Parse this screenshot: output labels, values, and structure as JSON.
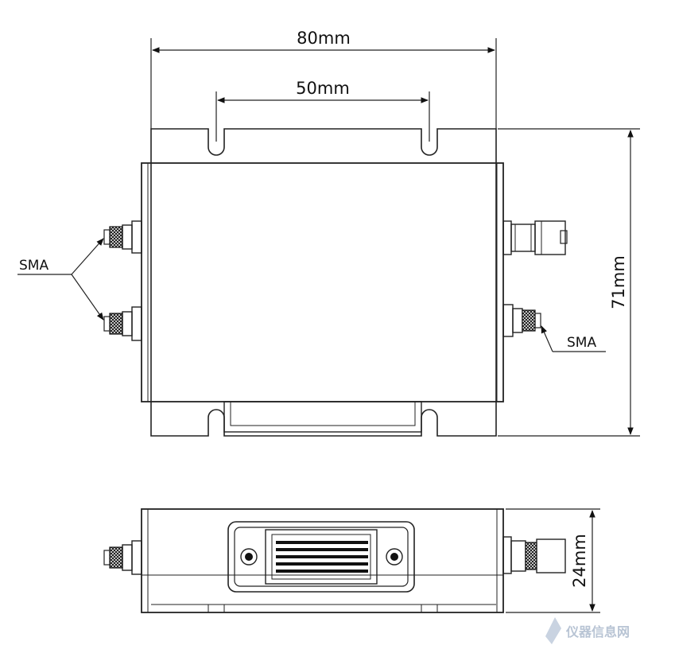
{
  "dimensions": {
    "width_total": "80mm",
    "mount_spacing": "50mm",
    "height_total": "71mm",
    "depth_side": "24mm"
  },
  "labels": {
    "sma_left": "SMA",
    "sma_right": "SMA"
  },
  "watermark": {
    "text": "仪器信息网"
  }
}
